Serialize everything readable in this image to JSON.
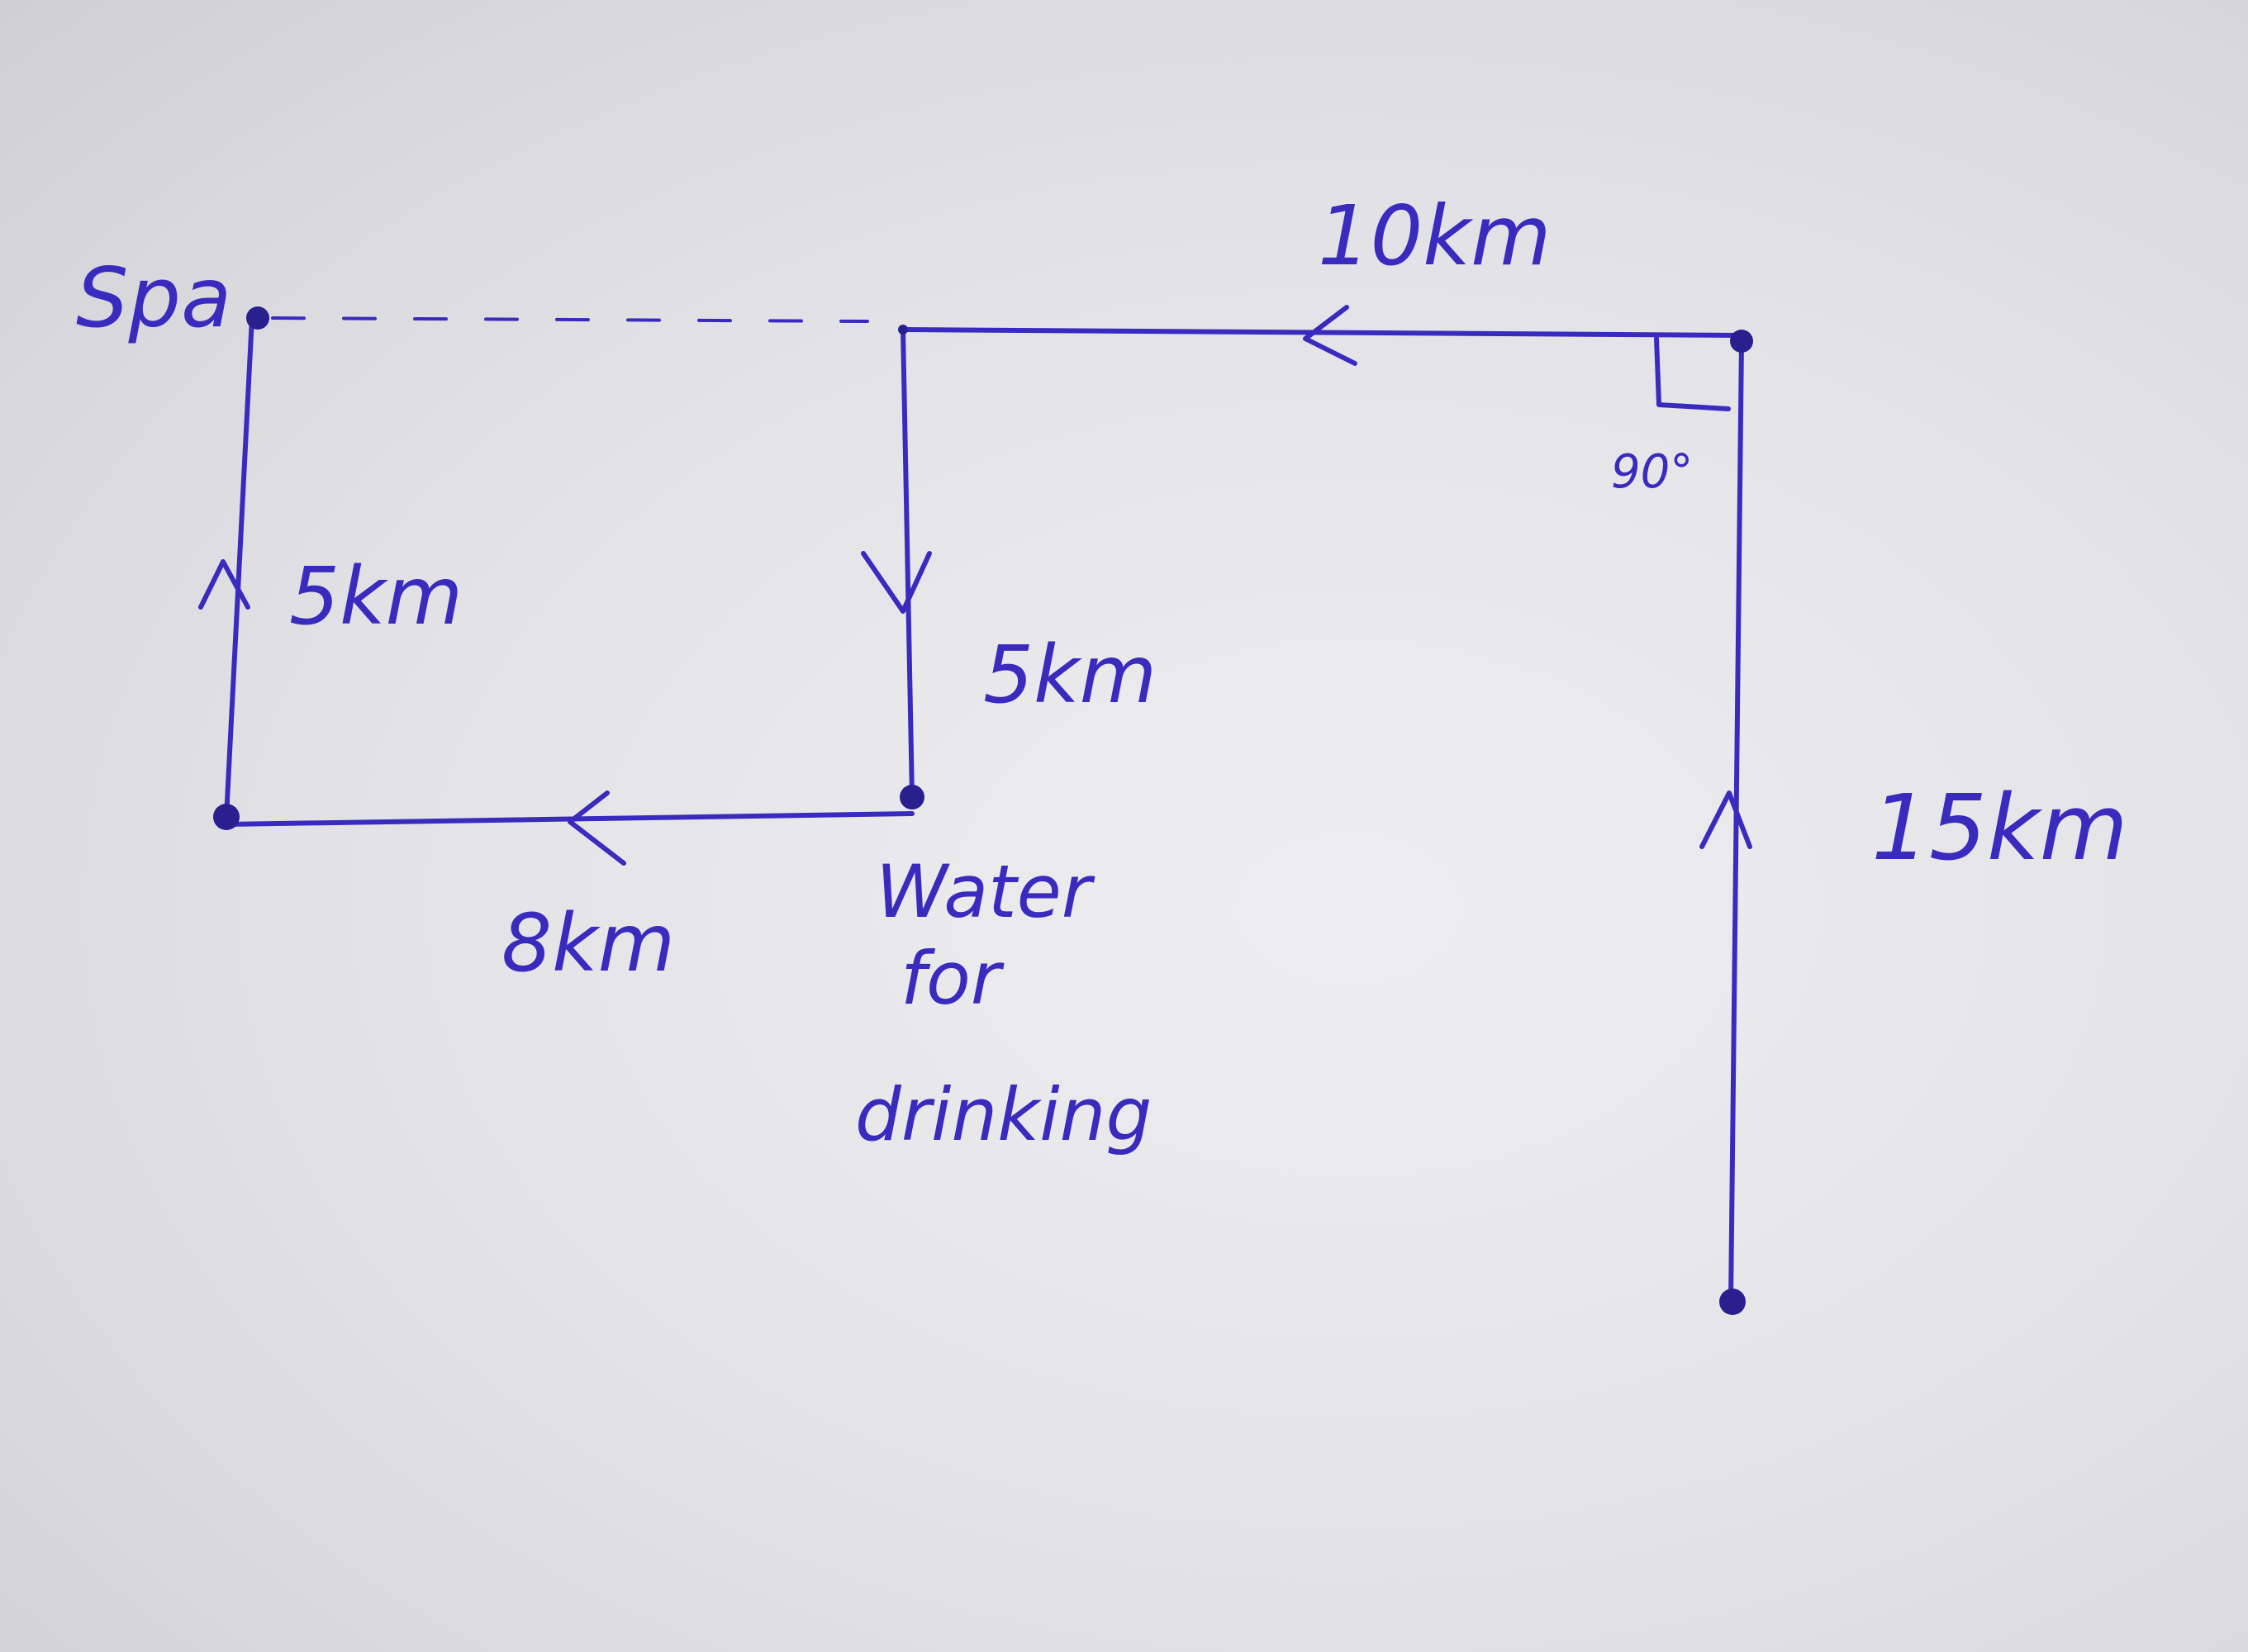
{
  "diagram": {
    "ink_color": "#3a2bbf",
    "labels": {
      "spa": "Spa",
      "top_segment": "10km",
      "right_angle": "90°",
      "left_segment": "5km",
      "middle_segment": "5km",
      "right_segment": "15km",
      "bottom_segment": "8km",
      "water_line1": "Water",
      "water_line2": "for",
      "water_line3": "drinking"
    }
  }
}
